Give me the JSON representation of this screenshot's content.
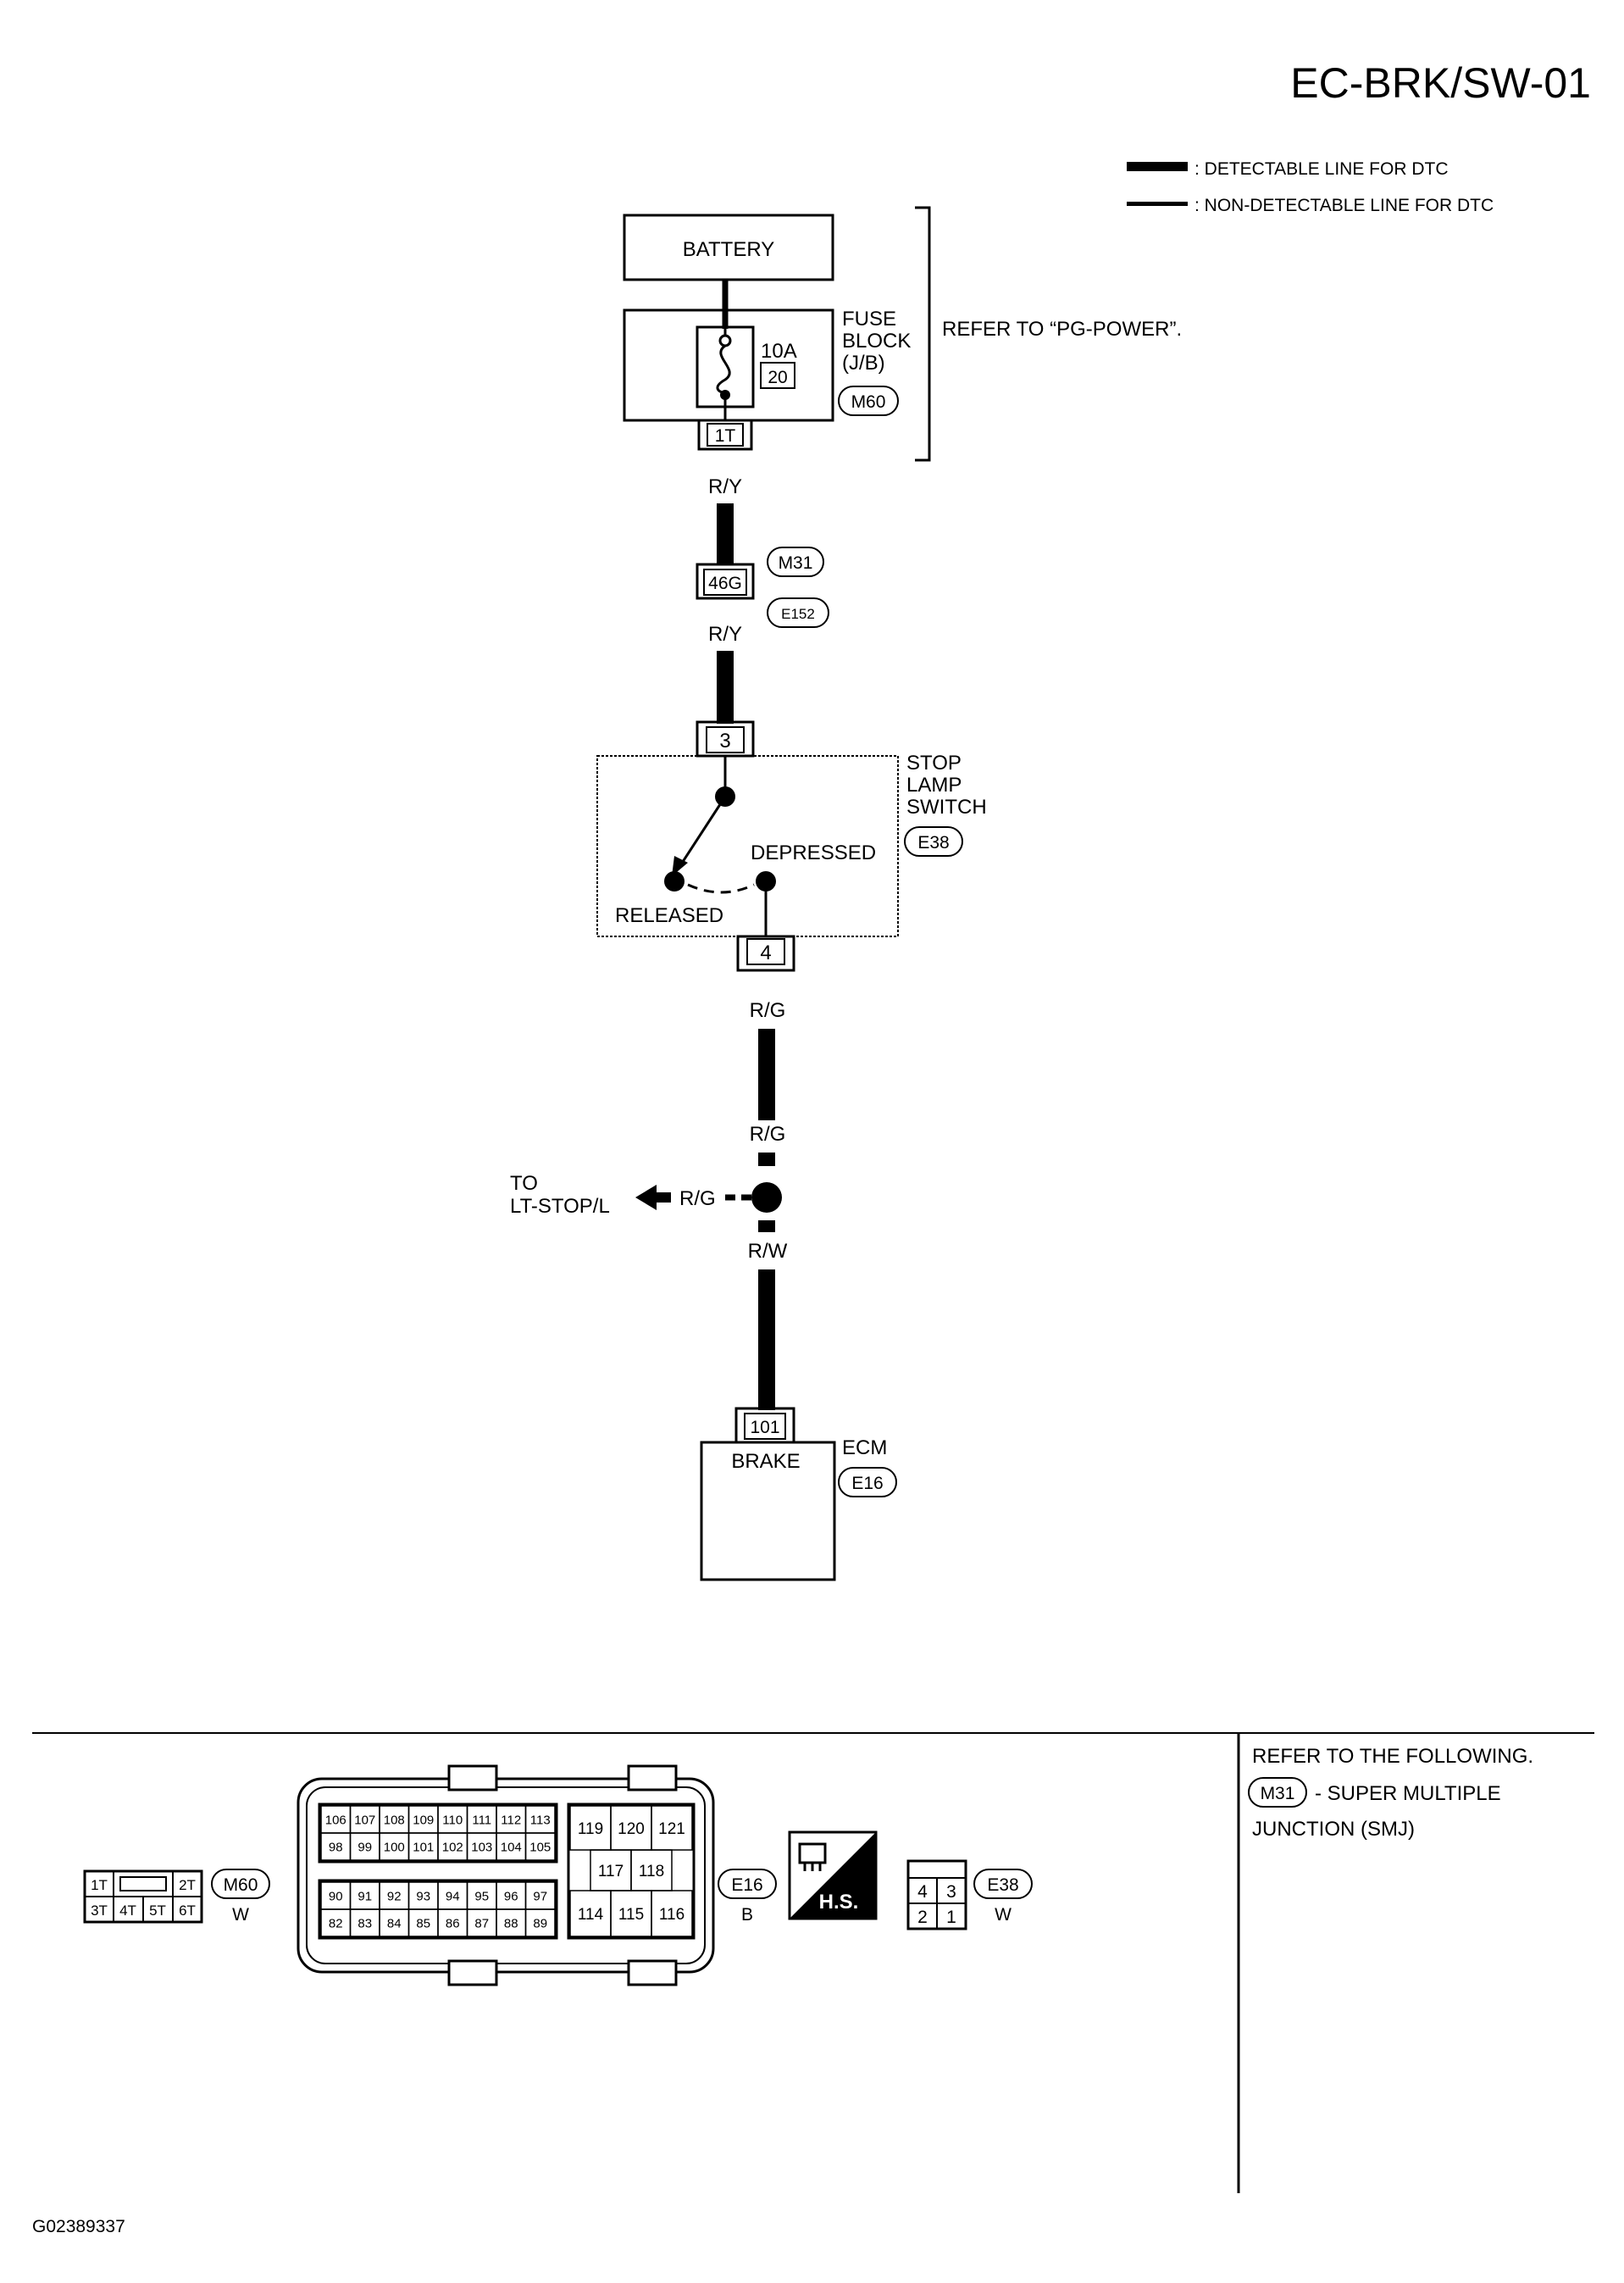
{
  "page_title": "EC-BRK/SW-01",
  "legend": {
    "detectable": ": DETECTABLE LINE FOR DTC",
    "non_detectable": ": NON-DETECTABLE LINE FOR DTC"
  },
  "battery": "BATTERY",
  "fuse_block": {
    "line1": "FUSE",
    "line2": "BLOCK",
    "line3": "(J/B)",
    "connector": "M60",
    "rating": "10A",
    "number": "20",
    "terminal": "1T",
    "refer": "REFER TO “PG-POWER”."
  },
  "wires": {
    "ry_top": "R/Y",
    "ry_mid": "R/Y",
    "rg_top": "R/G",
    "rg_mid": "R/G",
    "rg_branch": "R/G",
    "rw": "R/W"
  },
  "smj": {
    "terminal": "46G",
    "conn_top": "M31",
    "conn_bottom": "E152"
  },
  "stop_lamp_switch": {
    "line1": "STOP",
    "line2": "LAMP",
    "line3": "SWITCH",
    "connector": "E38",
    "terminal_in": "3",
    "terminal_out": "4",
    "depressed": "DEPRESSED",
    "released": "RELEASED"
  },
  "branch": {
    "line1": "TO",
    "line2": "LT-STOP/L"
  },
  "ecm": {
    "label": "ECM",
    "connector": "E16",
    "terminal": "101",
    "signal": "BRAKE"
  },
  "connectors": {
    "m60": {
      "id": "M60",
      "color": "W",
      "top": [
        "1T",
        "2T"
      ],
      "bottom": [
        "3T",
        "4T",
        "5T",
        "6T"
      ]
    },
    "e16": {
      "id": "E16",
      "color": "B",
      "row1": [
        "106",
        "107",
        "108",
        "109",
        "110",
        "111",
        "112",
        "113"
      ],
      "row2": [
        "98",
        "99",
        "100",
        "101",
        "102",
        "103",
        "104",
        "105"
      ],
      "row3": [
        "90",
        "91",
        "92",
        "93",
        "94",
        "95",
        "96",
        "97"
      ],
      "row4": [
        "82",
        "83",
        "84",
        "85",
        "86",
        "87",
        "88",
        "89"
      ],
      "right_top": [
        "119",
        "120",
        "121"
      ],
      "right_mid": [
        "117",
        "118"
      ],
      "right_bottom": [
        "114",
        "115",
        "116"
      ]
    },
    "hs": "H.S.",
    "e38": {
      "id": "E38",
      "color": "W",
      "top": [
        "4",
        "3"
      ],
      "bottom": [
        "2",
        "1"
      ]
    }
  },
  "refer_note": {
    "line1": "REFER TO THE FOLLOWING.",
    "conn": "M31",
    "line2": "- SUPER MULTIPLE",
    "line3": "JUNCTION (SMJ)"
  },
  "figure_id": "G02389337"
}
